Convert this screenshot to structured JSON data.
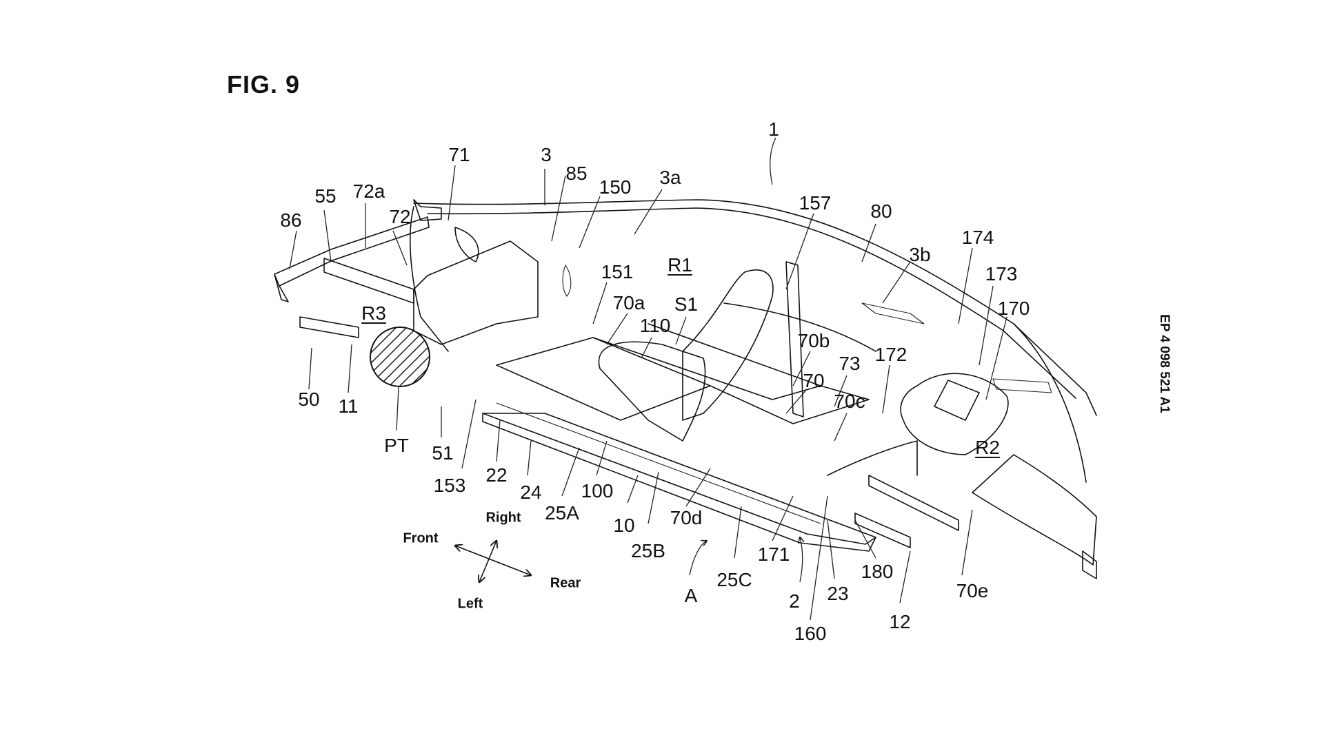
{
  "figure": {
    "title": "FIG. 9",
    "side_reference": "EP 4 098 521 A1"
  },
  "labels": [
    {
      "id": "l1",
      "text": "1"
    },
    {
      "id": "l3",
      "text": "3"
    },
    {
      "id": "l3a",
      "text": "3a"
    },
    {
      "id": "l3b",
      "text": "3b"
    },
    {
      "id": "l85",
      "text": "85"
    },
    {
      "id": "l150",
      "text": "150"
    },
    {
      "id": "l71",
      "text": "71"
    },
    {
      "id": "l55",
      "text": "55"
    },
    {
      "id": "l72a",
      "text": "72a"
    },
    {
      "id": "l72",
      "text": "72"
    },
    {
      "id": "l86",
      "text": "86"
    },
    {
      "id": "l157",
      "text": "157"
    },
    {
      "id": "l80",
      "text": "80"
    },
    {
      "id": "l174",
      "text": "174"
    },
    {
      "id": "l173",
      "text": "173"
    },
    {
      "id": "l170",
      "text": "170"
    },
    {
      "id": "l151",
      "text": "151"
    },
    {
      "id": "lR1",
      "text": "R1",
      "underline": true
    },
    {
      "id": "lR3",
      "text": "R3",
      "underline": true
    },
    {
      "id": "lR2",
      "text": "R2",
      "underline": true
    },
    {
      "id": "l70a",
      "text": "70a"
    },
    {
      "id": "lS1",
      "text": "S1"
    },
    {
      "id": "l110",
      "text": "110"
    },
    {
      "id": "l70b",
      "text": "70b"
    },
    {
      "id": "l172",
      "text": "172"
    },
    {
      "id": "l73",
      "text": "73"
    },
    {
      "id": "l70",
      "text": "70"
    },
    {
      "id": "l70c",
      "text": "70c"
    },
    {
      "id": "l50",
      "text": "50"
    },
    {
      "id": "l11",
      "text": "11"
    },
    {
      "id": "lPT",
      "text": "PT"
    },
    {
      "id": "l51",
      "text": "51"
    },
    {
      "id": "l153",
      "text": "153"
    },
    {
      "id": "l22",
      "text": "22"
    },
    {
      "id": "l24",
      "text": "24"
    },
    {
      "id": "l25A",
      "text": "25A"
    },
    {
      "id": "l100",
      "text": "100"
    },
    {
      "id": "l10",
      "text": "10"
    },
    {
      "id": "l70d",
      "text": "70d"
    },
    {
      "id": "l25B",
      "text": "25B"
    },
    {
      "id": "lA",
      "text": "A"
    },
    {
      "id": "l25C",
      "text": "25C"
    },
    {
      "id": "l171",
      "text": "171"
    },
    {
      "id": "l2",
      "text": "2"
    },
    {
      "id": "l23",
      "text": "23"
    },
    {
      "id": "l160",
      "text": "160"
    },
    {
      "id": "l180",
      "text": "180"
    },
    {
      "id": "l12",
      "text": "12"
    },
    {
      "id": "l70e",
      "text": "70e"
    }
  ],
  "directions": {
    "front": "Front",
    "right": "Right",
    "rear": "Rear",
    "left": "Left"
  }
}
